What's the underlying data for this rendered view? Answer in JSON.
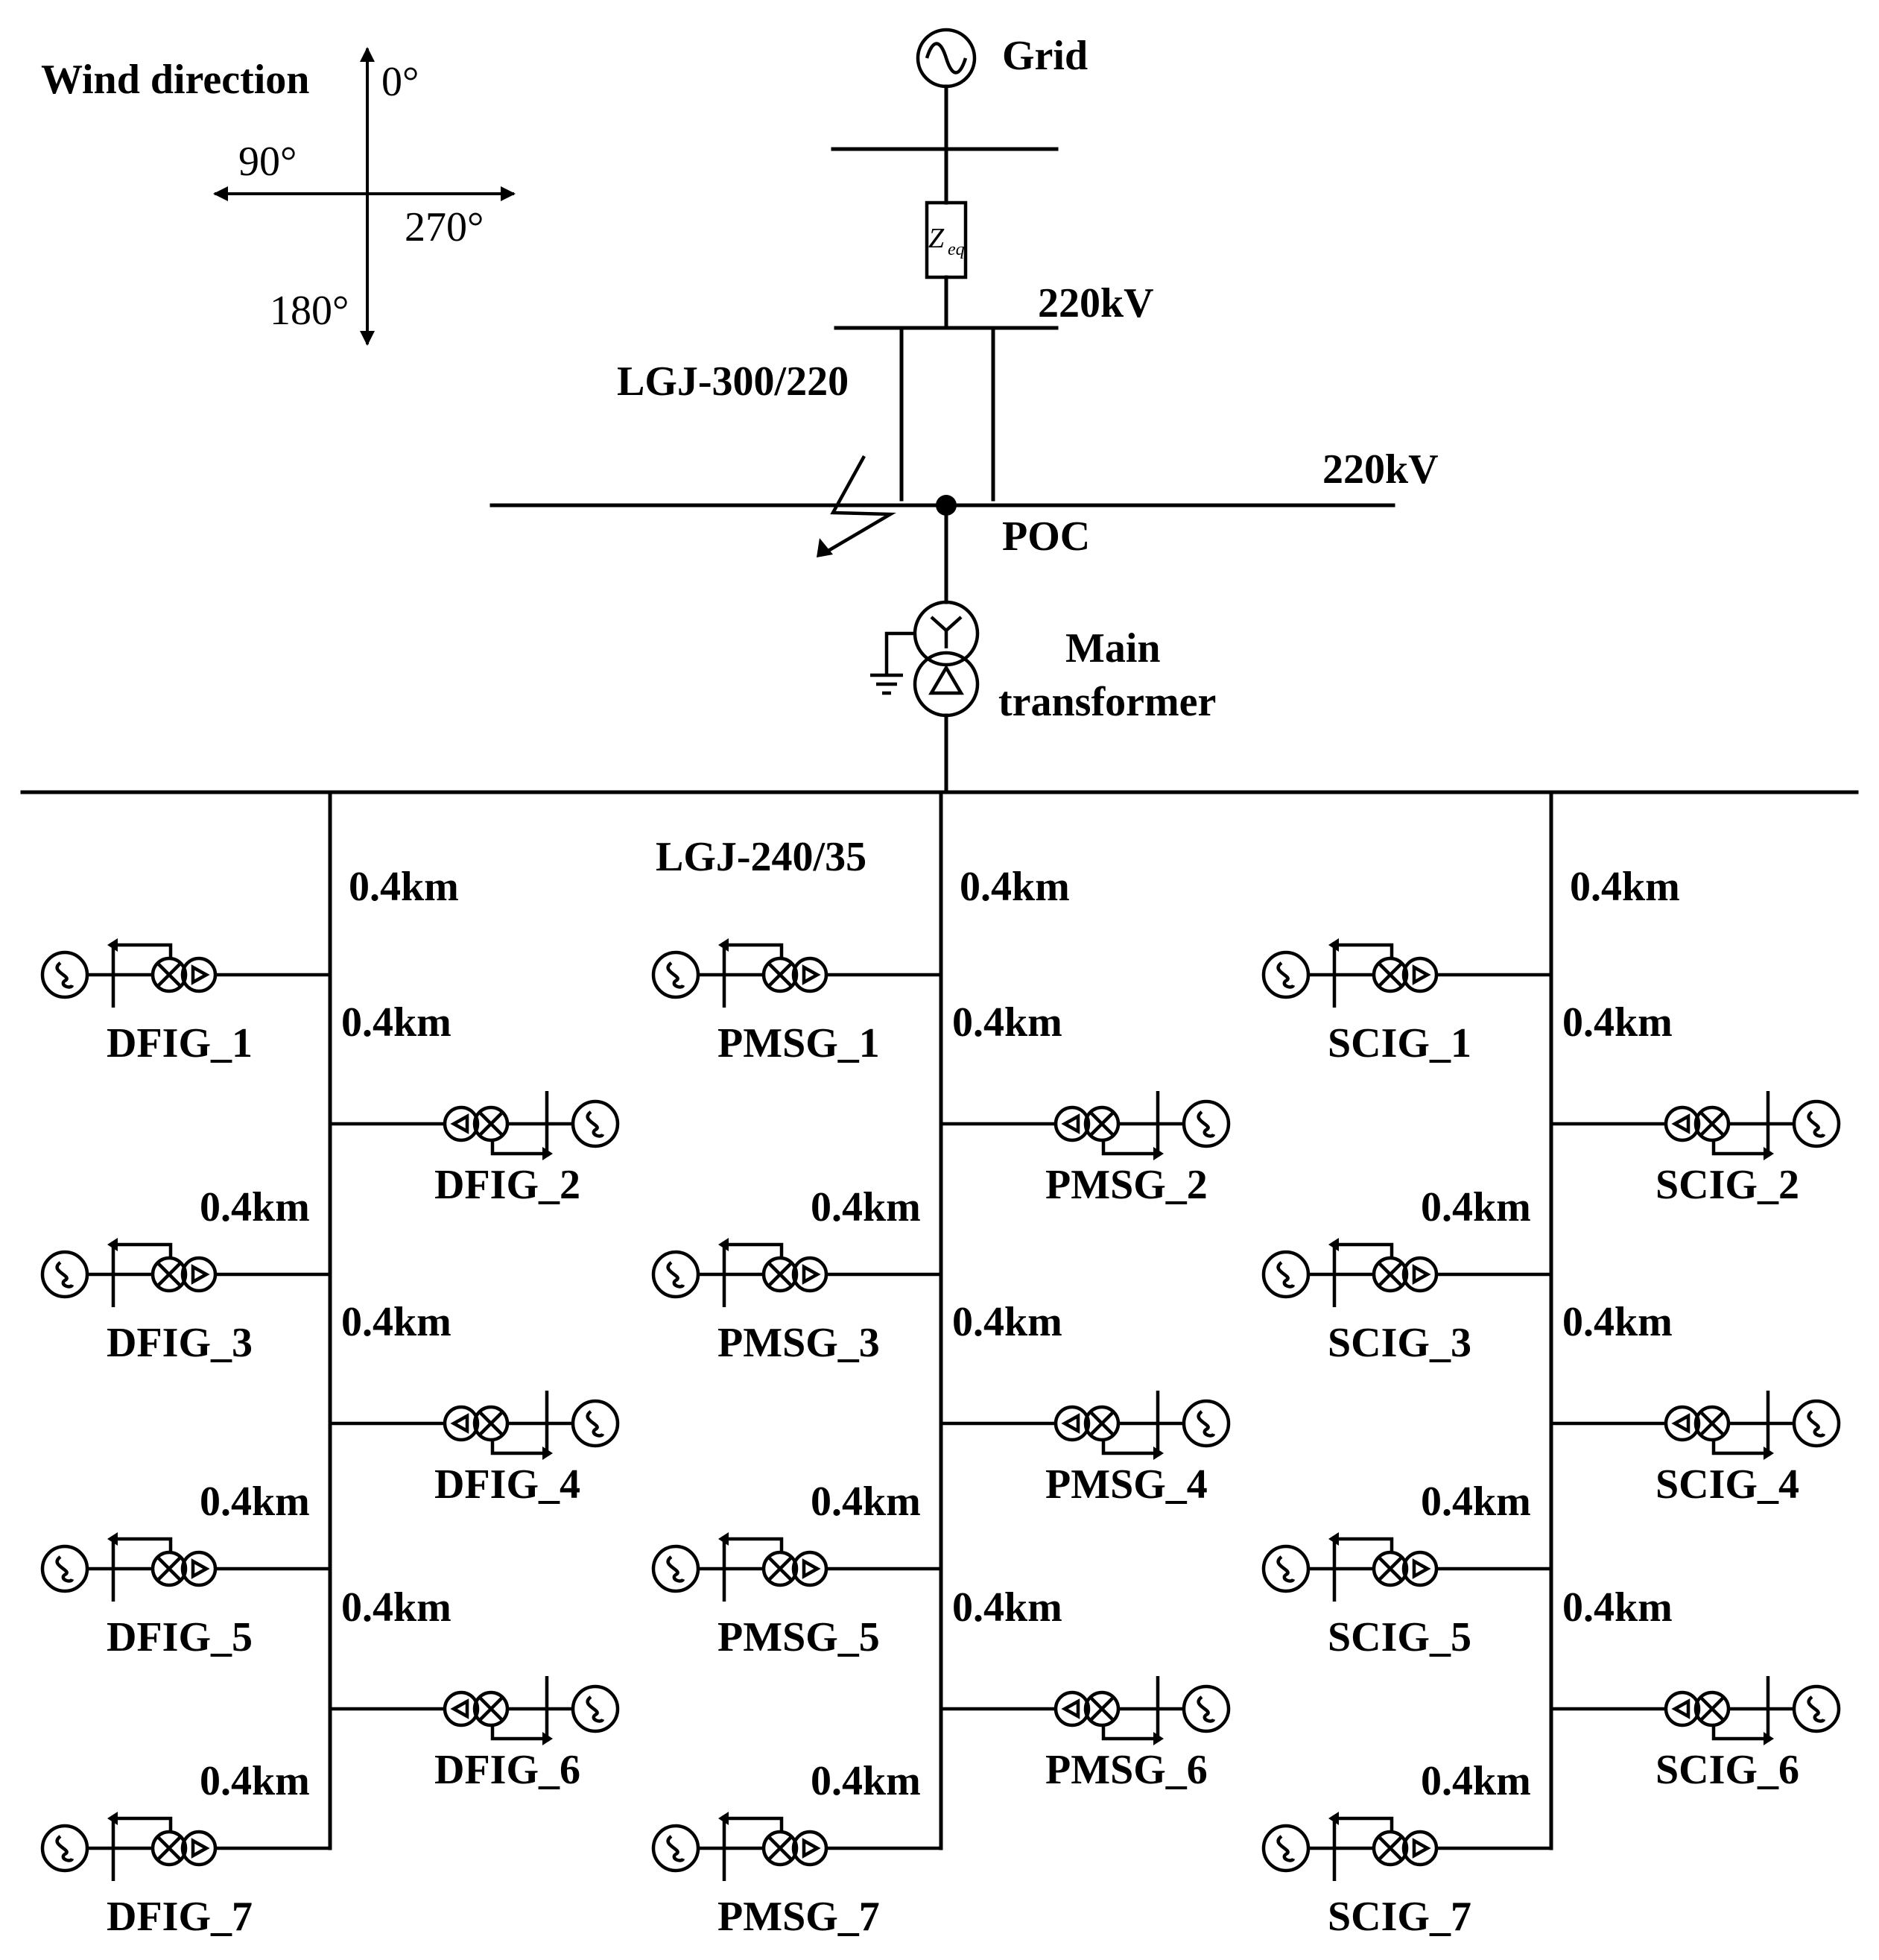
{
  "compass": {
    "title": "Wind direction",
    "north": "0°",
    "west": "90°",
    "east": "270°",
    "south": "180°"
  },
  "top": {
    "grid_label": "Grid",
    "impedance_label": "Z",
    "impedance_sub": "eq",
    "bus_voltage_upper": "220kV",
    "line_type": "LGJ-300/220",
    "bus_voltage_poc": "220kV",
    "poc_label": "POC",
    "transformer_label_1": "Main",
    "transformer_label_2": "transformer"
  },
  "collector": {
    "cable_type": "LGJ-240/35",
    "segment_length": "0.4km"
  },
  "feeders": [
    {
      "type": "DFIG",
      "units": [
        "DFIG_1",
        "DFIG_2",
        "DFIG_3",
        "DFIG_4",
        "DFIG_5",
        "DFIG_6",
        "DFIG_7"
      ]
    },
    {
      "type": "PMSG",
      "units": [
        "PMSG_1",
        "PMSG_2",
        "PMSG_3",
        "PMSG_4",
        "PMSG_5",
        "PMSG_6",
        "PMSG_7"
      ]
    },
    {
      "type": "SCIG",
      "units": [
        "SCIG_1",
        "SCIG_2",
        "SCIG_3",
        "SCIG_4",
        "SCIG_5",
        "SCIG_6",
        "SCIG_7"
      ]
    }
  ]
}
